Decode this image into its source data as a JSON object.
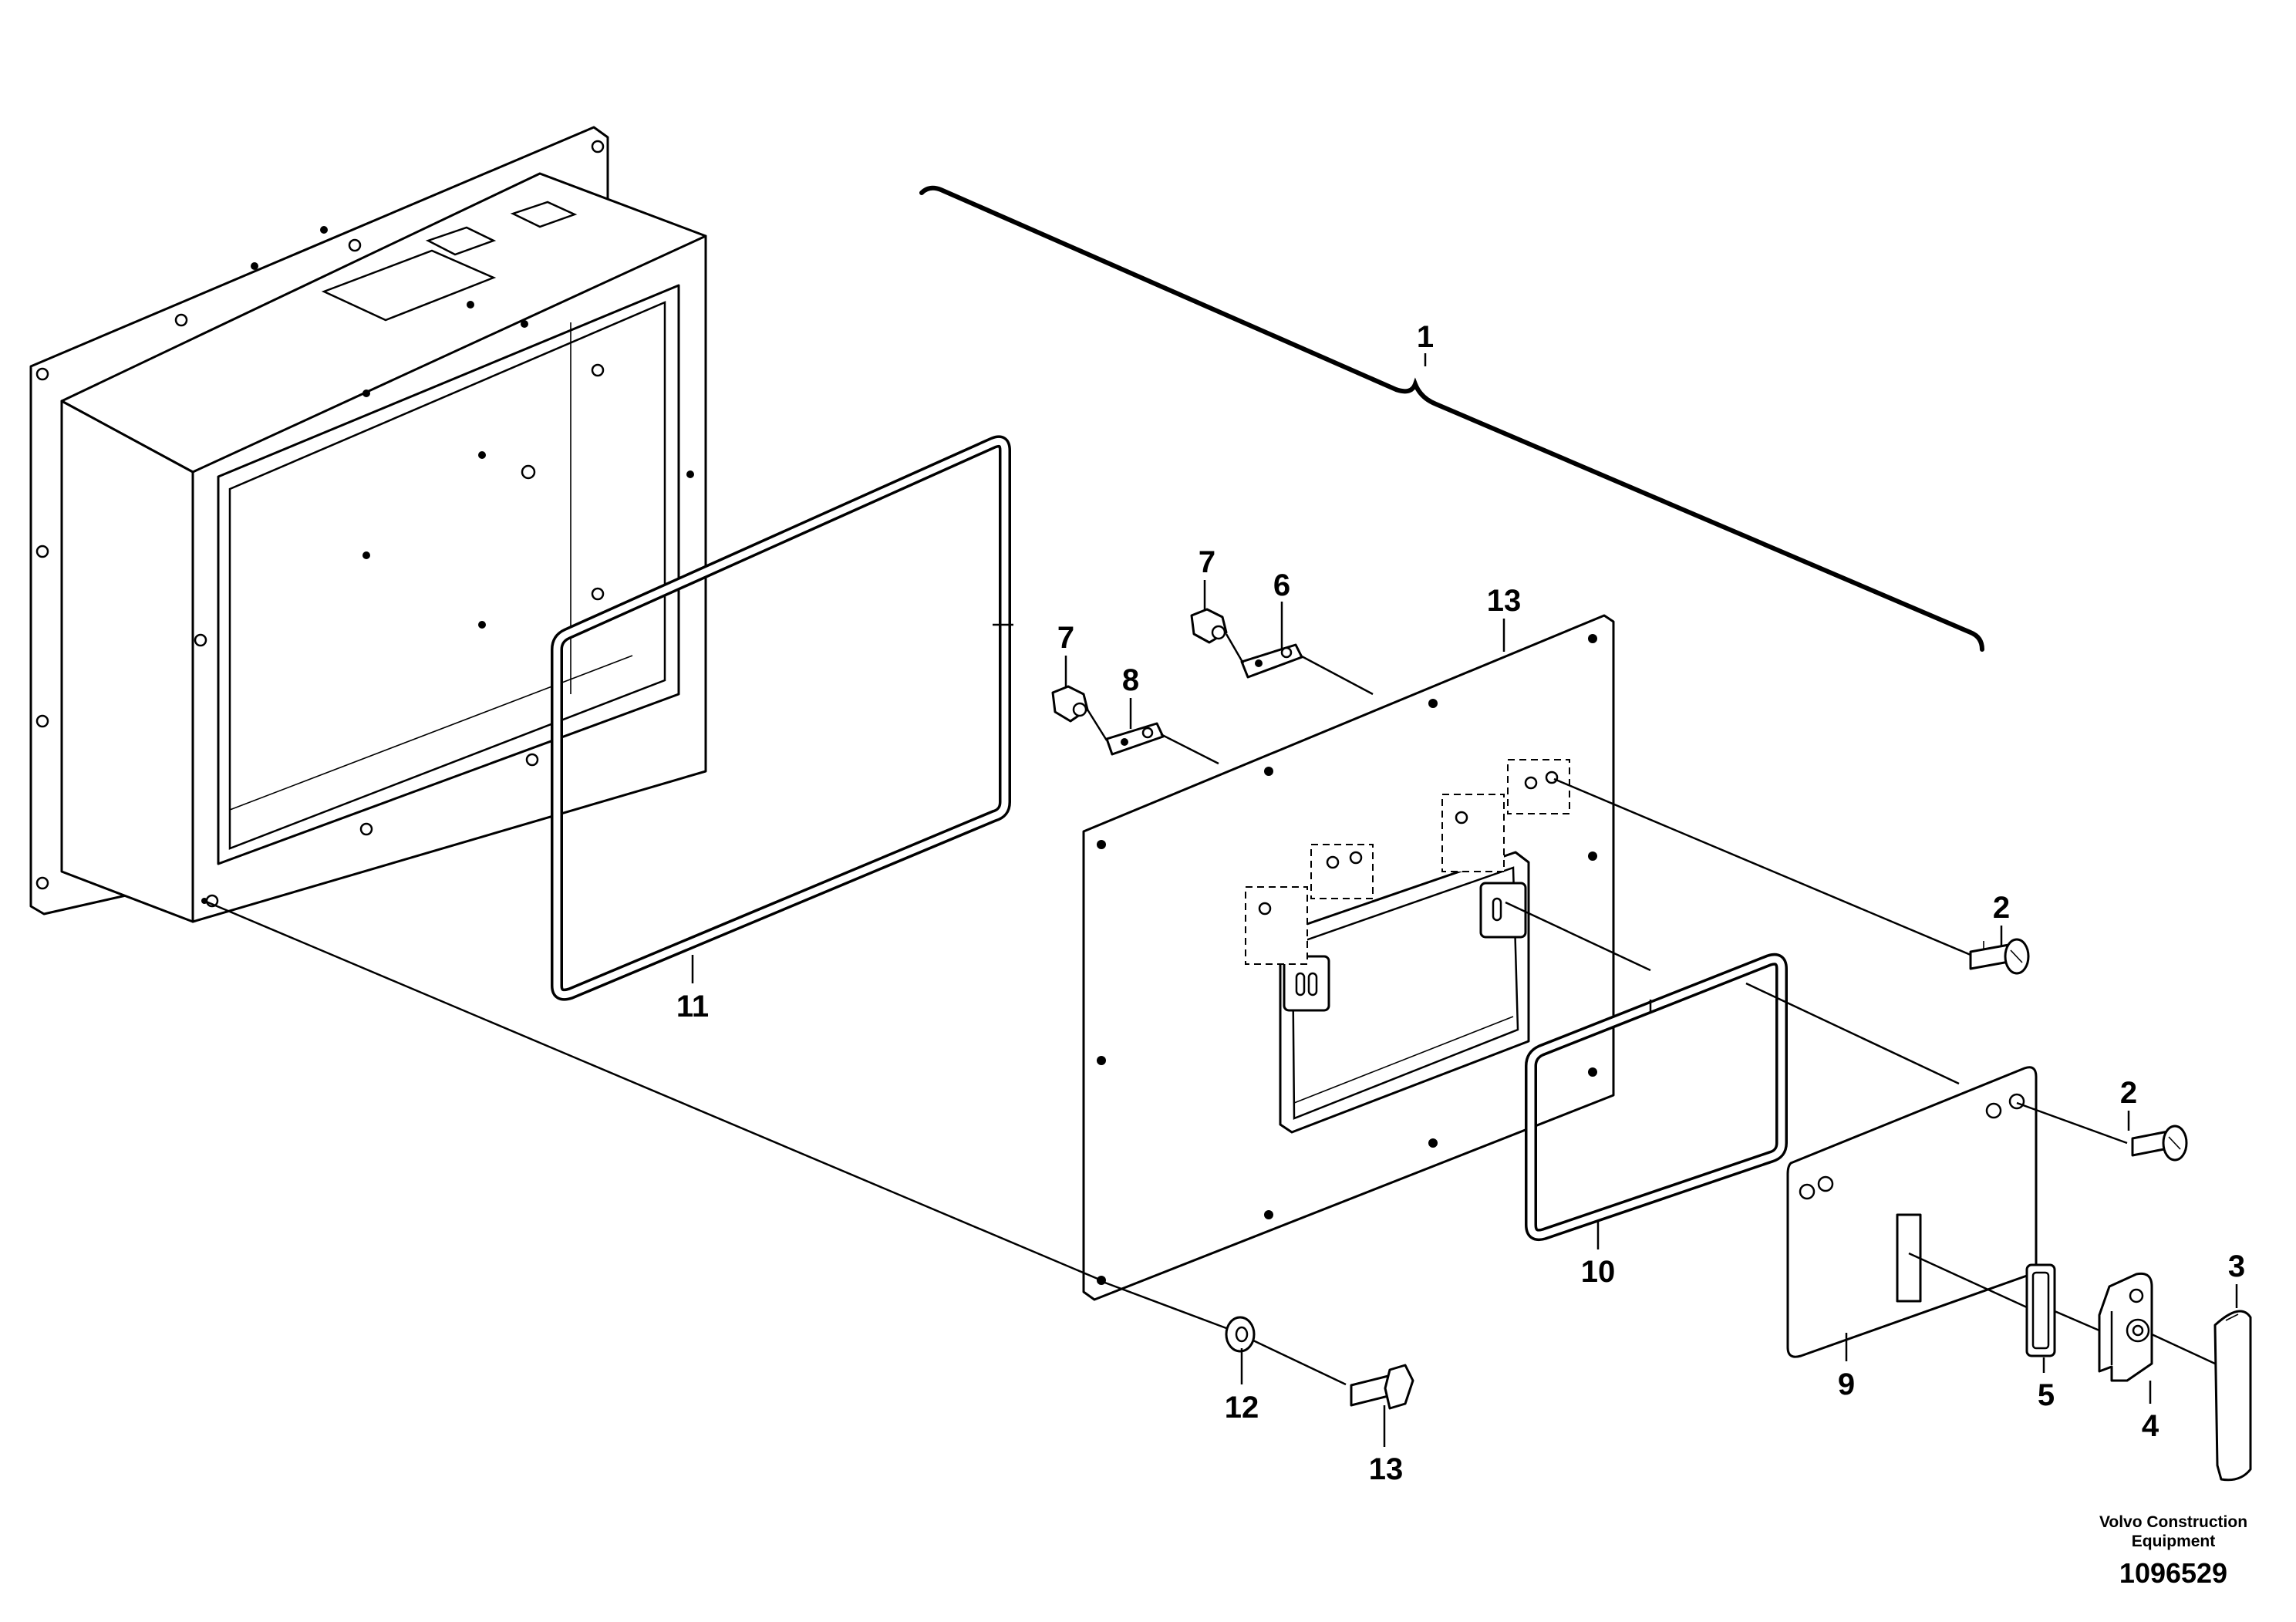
{
  "callouts": {
    "assembly": "1",
    "screw_upper": "2",
    "screw_lower": "2",
    "cap": "3",
    "latch": "4",
    "latch_gasket": "5",
    "plate_upper": "6",
    "nut_upper": "7",
    "nut_lower": "7",
    "plate_lower": "8",
    "access_cover": "9",
    "cover_seal": "10",
    "frame_seal": "11",
    "washer": "12",
    "panel": "13",
    "bolt": "13"
  },
  "footer": {
    "brand_line1": "Volvo Construction",
    "brand_line2": "Equipment",
    "drawing_number": "1096529"
  }
}
